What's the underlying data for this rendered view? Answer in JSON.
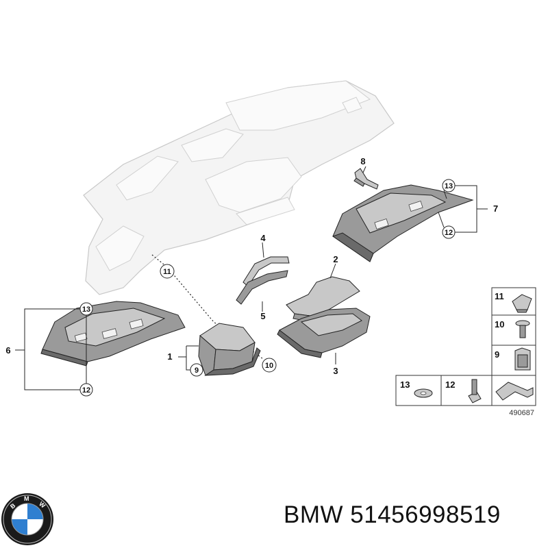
{
  "diagram": {
    "callouts": {
      "c1": "1",
      "c2": "2",
      "c3": "3",
      "c4": "4",
      "c5": "5",
      "c6": "6",
      "c7": "7",
      "c8": "8",
      "c9": "9",
      "c10": "10",
      "c11": "11",
      "c12a": "12",
      "c12b": "12",
      "c13a": "13",
      "c13b": "13"
    },
    "legend": {
      "item11": "11",
      "item10": "10",
      "item9": "9",
      "item13": "13",
      "item12": "12"
    },
    "reference_number": "490687"
  },
  "brand": {
    "logo_text": "BMW",
    "caption": "BMW 51456998519"
  }
}
